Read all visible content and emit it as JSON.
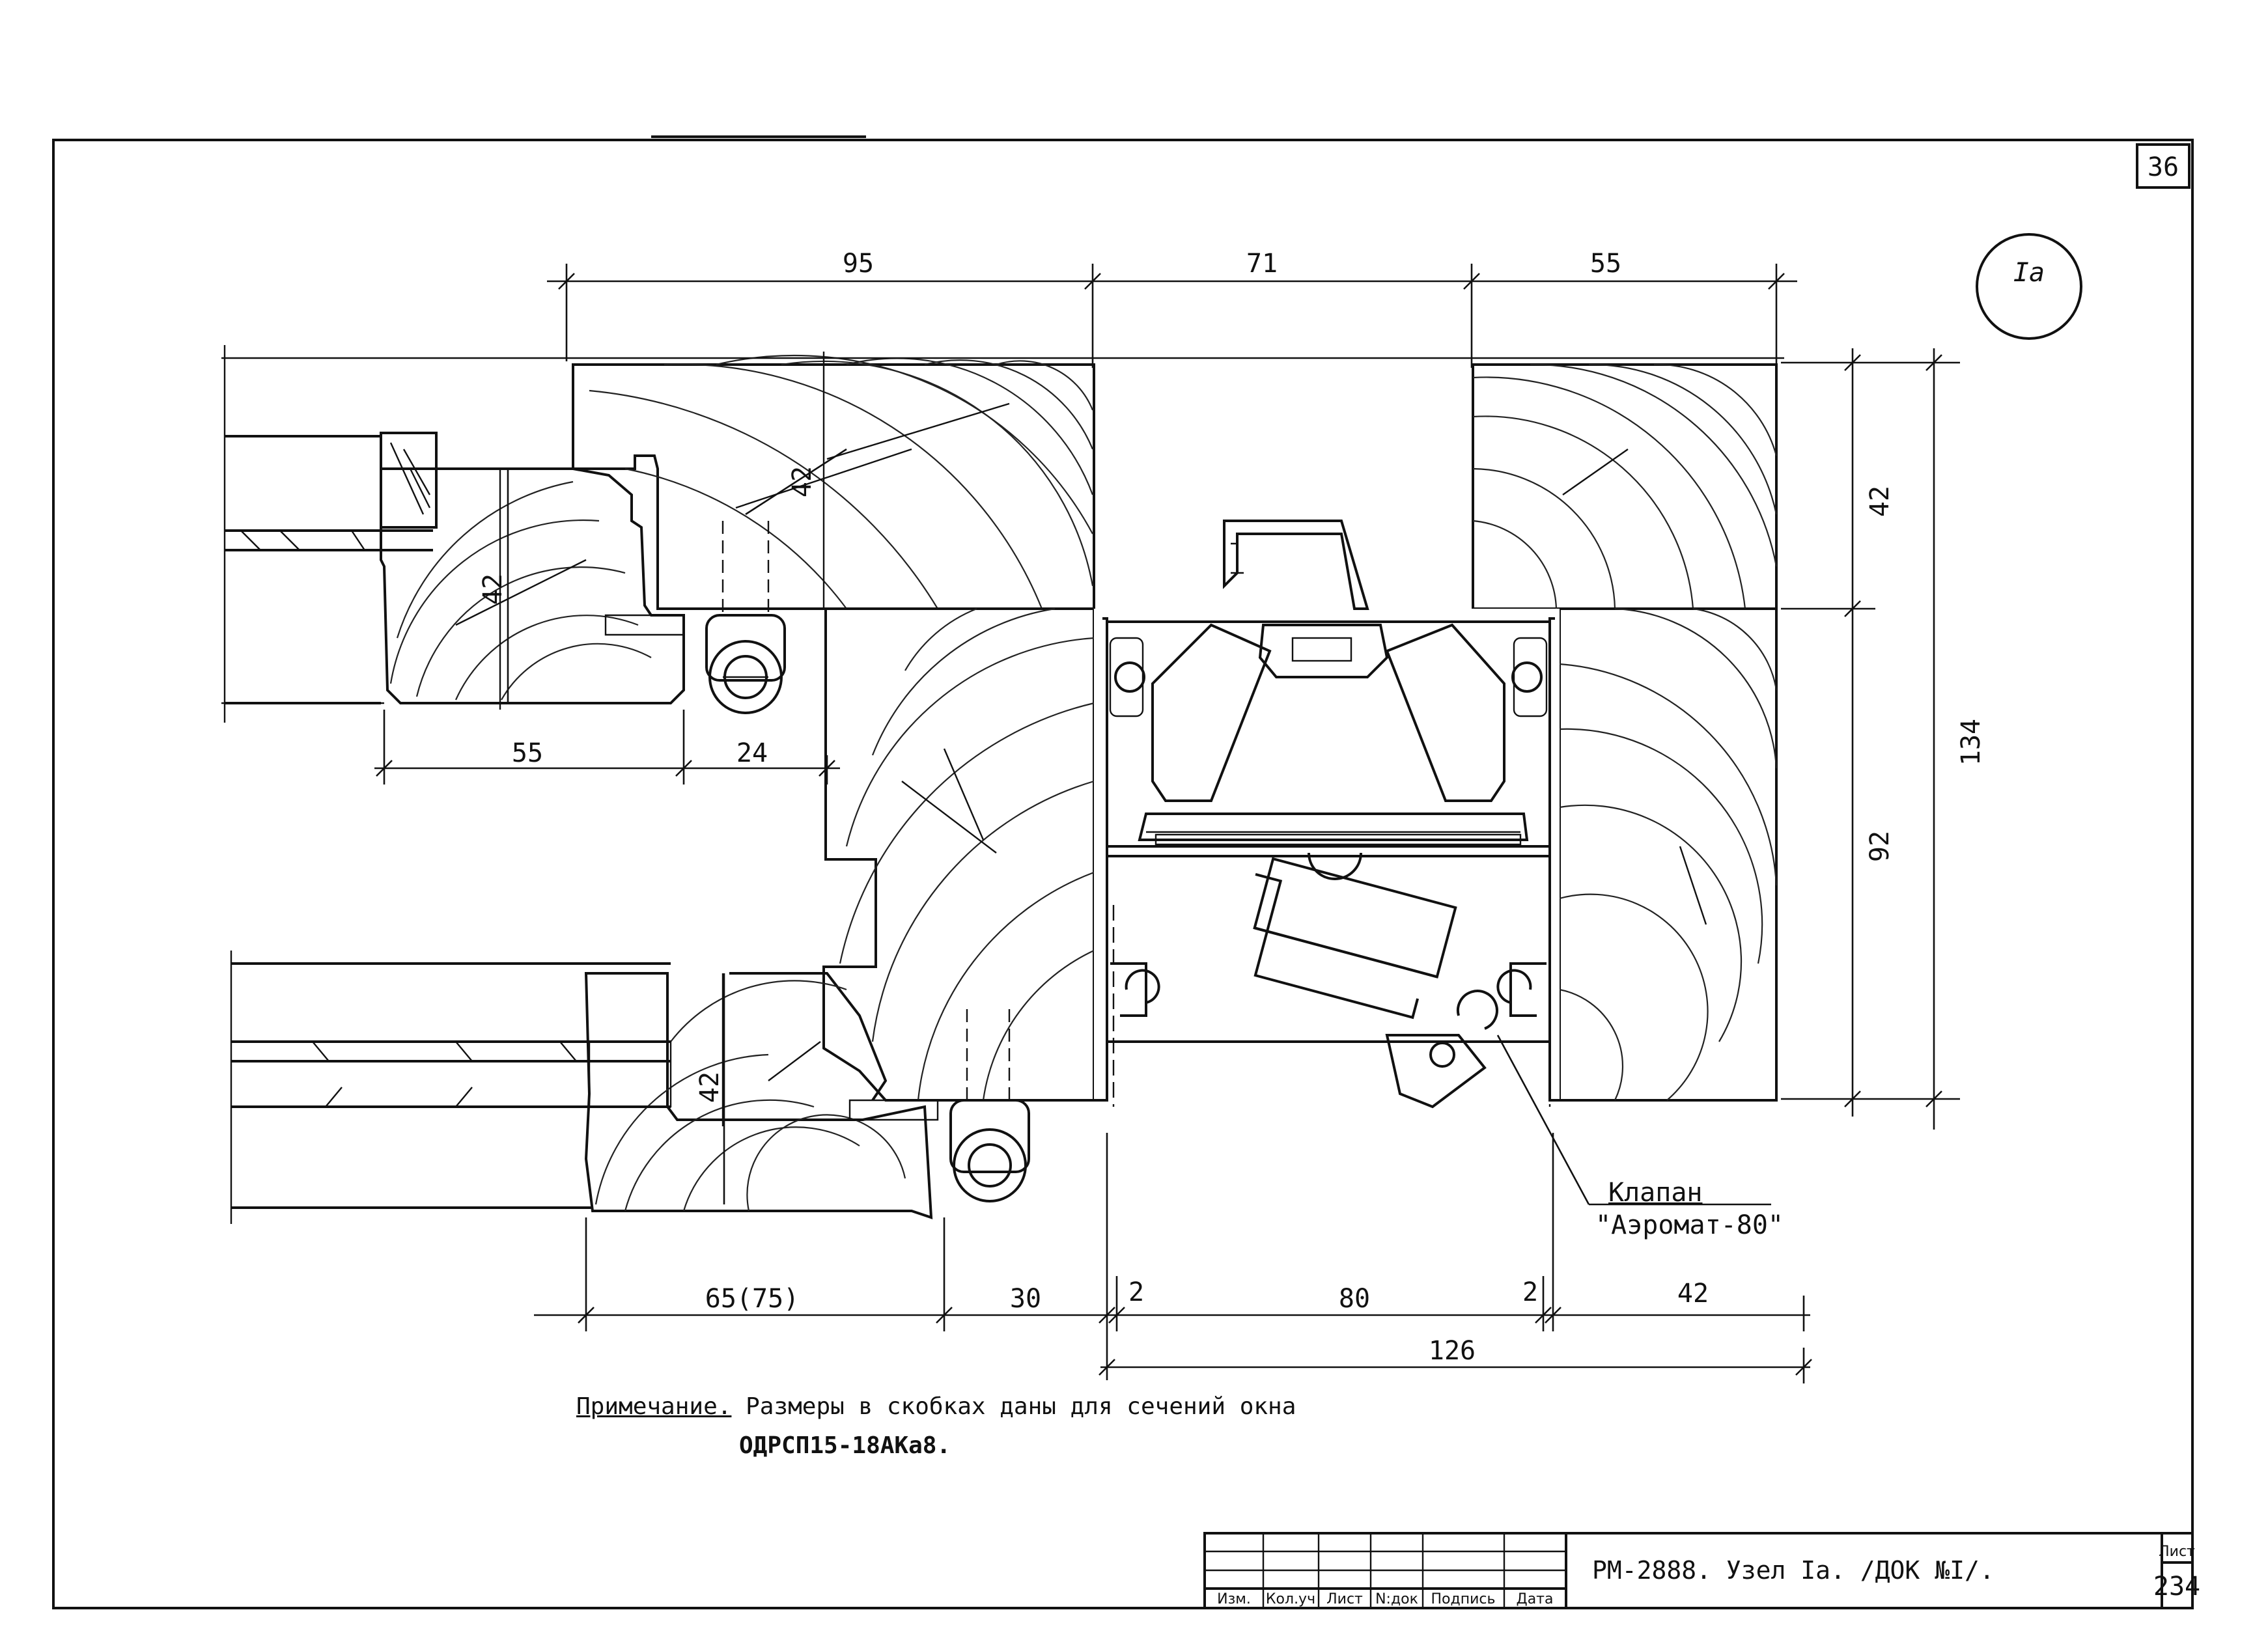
{
  "sheet": {
    "page_number": "36",
    "node_label": "Ia",
    "sheet_label": "Лист",
    "sheet_number": "234"
  },
  "dimensions": {
    "top": [
      "95",
      "71",
      "55"
    ],
    "right": [
      "42",
      "92",
      "134"
    ],
    "inner_left_42_upper": "42",
    "inner_left_42_lower": "42",
    "inner_top_42": "42",
    "upper_sash": [
      "55",
      "24"
    ],
    "bottom_row1": [
      "65(75)",
      "30",
      "2",
      "80",
      "2",
      "42"
    ],
    "bottom_total": "126"
  },
  "callout": {
    "line1": "Клапан",
    "line2": "\"Аэромат-80\""
  },
  "note": {
    "label": "Примечание.",
    "text": "Размеры в скобках даны для сечений окна",
    "line2": "ОДРСП15-18АКа8."
  },
  "title_block": {
    "headers": [
      "Изм.",
      "Кол.уч",
      "Лист",
      "N:док",
      "Подпись",
      "Дата"
    ],
    "title": "РМ-2888. Узел Iа. /ДОК №I/."
  }
}
